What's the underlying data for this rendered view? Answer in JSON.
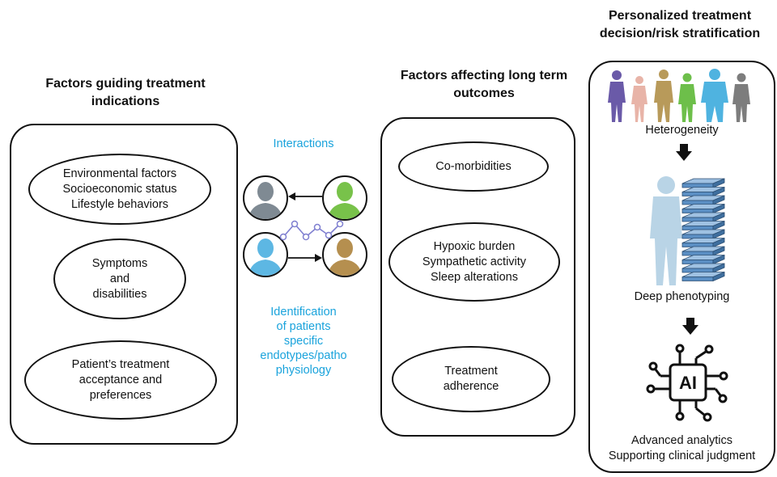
{
  "left": {
    "heading": [
      "Factors guiding treatment",
      "indications"
    ],
    "ellipses": [
      [
        "Environmental factors",
        "Socioeconomic status",
        "Lifestyle behaviors"
      ],
      [
        "Symptoms",
        "and",
        "disabilities"
      ],
      [
        "Patient’s treatment",
        "acceptance and",
        "preferences"
      ]
    ]
  },
  "center": {
    "interactions_label": "Interactions",
    "identification_label": [
      "Identification",
      "of patients",
      "specific",
      "endotypes/patho",
      "physiology"
    ],
    "icons": [
      "person-gray-icon",
      "person-green-icon",
      "person-blue-icon",
      "person-brown-icon",
      "arrow-left-icon",
      "arrow-right-icon",
      "network-icon"
    ]
  },
  "middle": {
    "heading": [
      "Factors affecting long term",
      "outcomes"
    ],
    "ellipses": [
      [
        "Co-morbidities"
      ],
      [
        "Hypoxic burden",
        "Sympathetic activity",
        "Sleep alterations"
      ],
      [
        "Treatment",
        "adherence"
      ]
    ]
  },
  "right": {
    "heading": [
      "Personalized treatment",
      "decision/risk stratification"
    ],
    "heterogeneity_label": "Heterogeneity",
    "deep_phenotyping_label": "Deep phenotyping",
    "ai_text": "AI",
    "analytics_label": [
      "Advanced analytics",
      "Supporting clinical judgment"
    ],
    "colors": {
      "figures": [
        "#6a5aa8",
        "#e8b4a8",
        "#b89a5a",
        "#6dbf4a",
        "#4fb3e0",
        "#7d7d7d"
      ],
      "stack_blue": "#5b8fc4",
      "body_silhouette": "#b9d4e6"
    }
  },
  "colors": {
    "accent_blue": "#1aa3dc",
    "person_gray": "#7f8a93",
    "person_green": "#78c24a",
    "person_blue": "#5db7e3",
    "person_brown": "#b58f4f",
    "network_purple": "#7f7fd0"
  }
}
